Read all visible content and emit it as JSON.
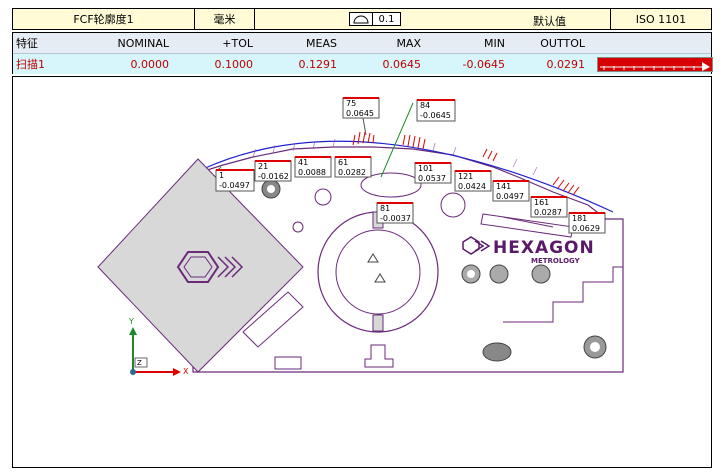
{
  "fcf": {
    "feature_name": "FCF轮廓度1",
    "units": "毫米",
    "tolerance": "0.1",
    "datum_label": "默认值",
    "standard": "ISO 1101"
  },
  "table": {
    "headers": {
      "feature": "特征",
      "nominal": "NOMINAL",
      "tol": "+TOL",
      "meas": "MEAS",
      "max": "MAX",
      "min": "MIN",
      "outtol": "OUTTOL"
    },
    "row": {
      "feature": "扫描1",
      "nominal": "0.0000",
      "tol": "0.1000",
      "meas": "0.1291",
      "max": "0.0645",
      "min": "-0.0645",
      "outtol": "0.0291"
    }
  },
  "part": {
    "brand": "HEXAGON",
    "subbrand": "METROLOGY"
  },
  "axes": {
    "x": "X",
    "y": "Y",
    "z": "Z"
  },
  "labels": [
    {
      "id": "1",
      "value": "-0.0497"
    },
    {
      "id": "21",
      "value": "-0.0162"
    },
    {
      "id": "41",
      "value": "0.0088"
    },
    {
      "id": "61",
      "value": "0.0282"
    },
    {
      "id": "75",
      "value": "0.0645"
    },
    {
      "id": "84",
      "value": "-0.0645"
    },
    {
      "id": "101",
      "value": "0.0537"
    },
    {
      "id": "121",
      "value": "0.0424"
    },
    {
      "id": "141",
      "value": "0.0497"
    },
    {
      "id": "161",
      "value": "0.0287"
    },
    {
      "id": "181",
      "value": "0.0629"
    },
    {
      "id": "81",
      "value": "-0.0037"
    }
  ],
  "colors": {
    "header_bg": "#fffbd6",
    "row_bg": "#d6f6fb",
    "row_text": "#c00000",
    "part_outline": "#6a2a7a",
    "deviation": "#e00000",
    "nominal_arc": "#2020d0"
  }
}
